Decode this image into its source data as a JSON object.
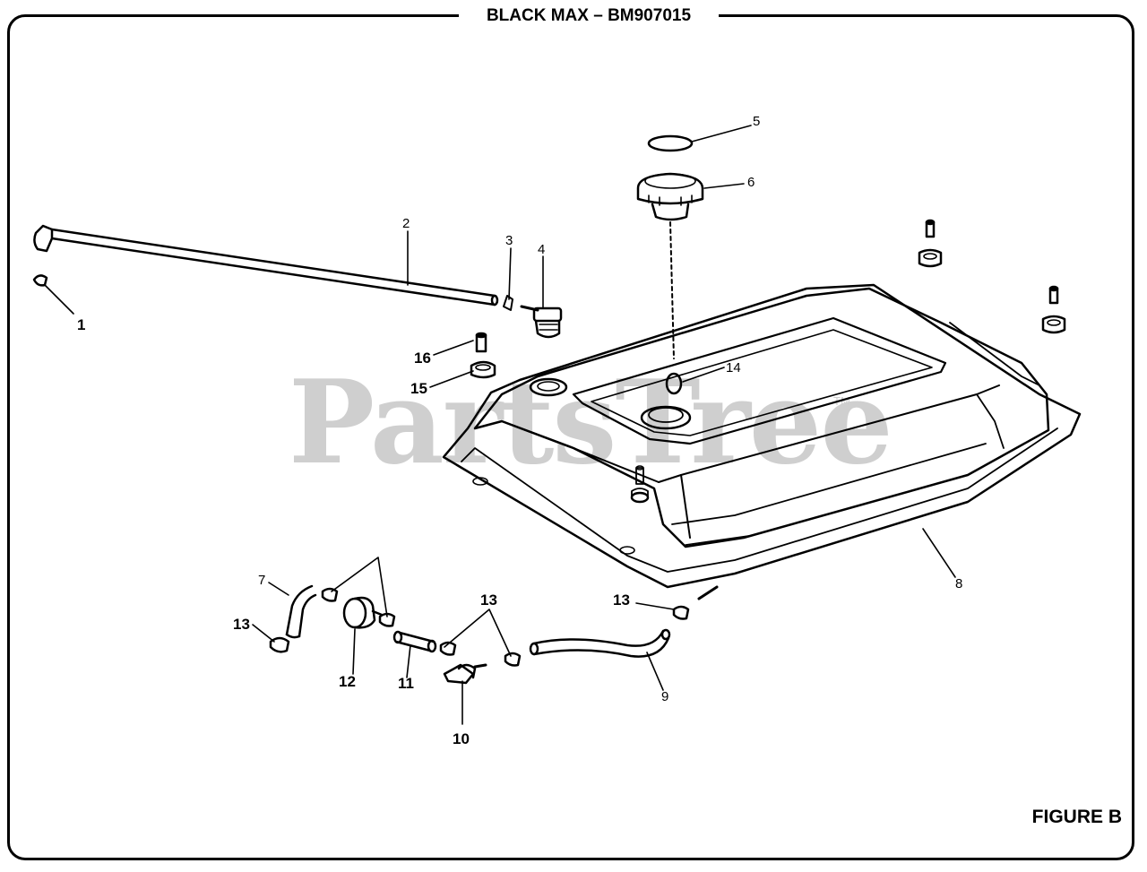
{
  "header": {
    "title": "BLACK MAX – BM907015"
  },
  "watermark": {
    "text": "PartsTree",
    "tm": "TM"
  },
  "figure_label": "FIGURE B",
  "callouts": {
    "c1": "1",
    "c2": "2",
    "c3": "3",
    "c4": "4",
    "c5": "5",
    "c6": "6",
    "c7": "7",
    "c8": "8",
    "c9": "9",
    "c10": "10",
    "c11": "11",
    "c12": "12",
    "c13a": "13",
    "c13b": "13",
    "c13c": "13",
    "c14": "14",
    "c15": "15",
    "c16": "16"
  },
  "colors": {
    "line": "#000000",
    "watermark": "#cfcfcf",
    "background": "#ffffff"
  }
}
